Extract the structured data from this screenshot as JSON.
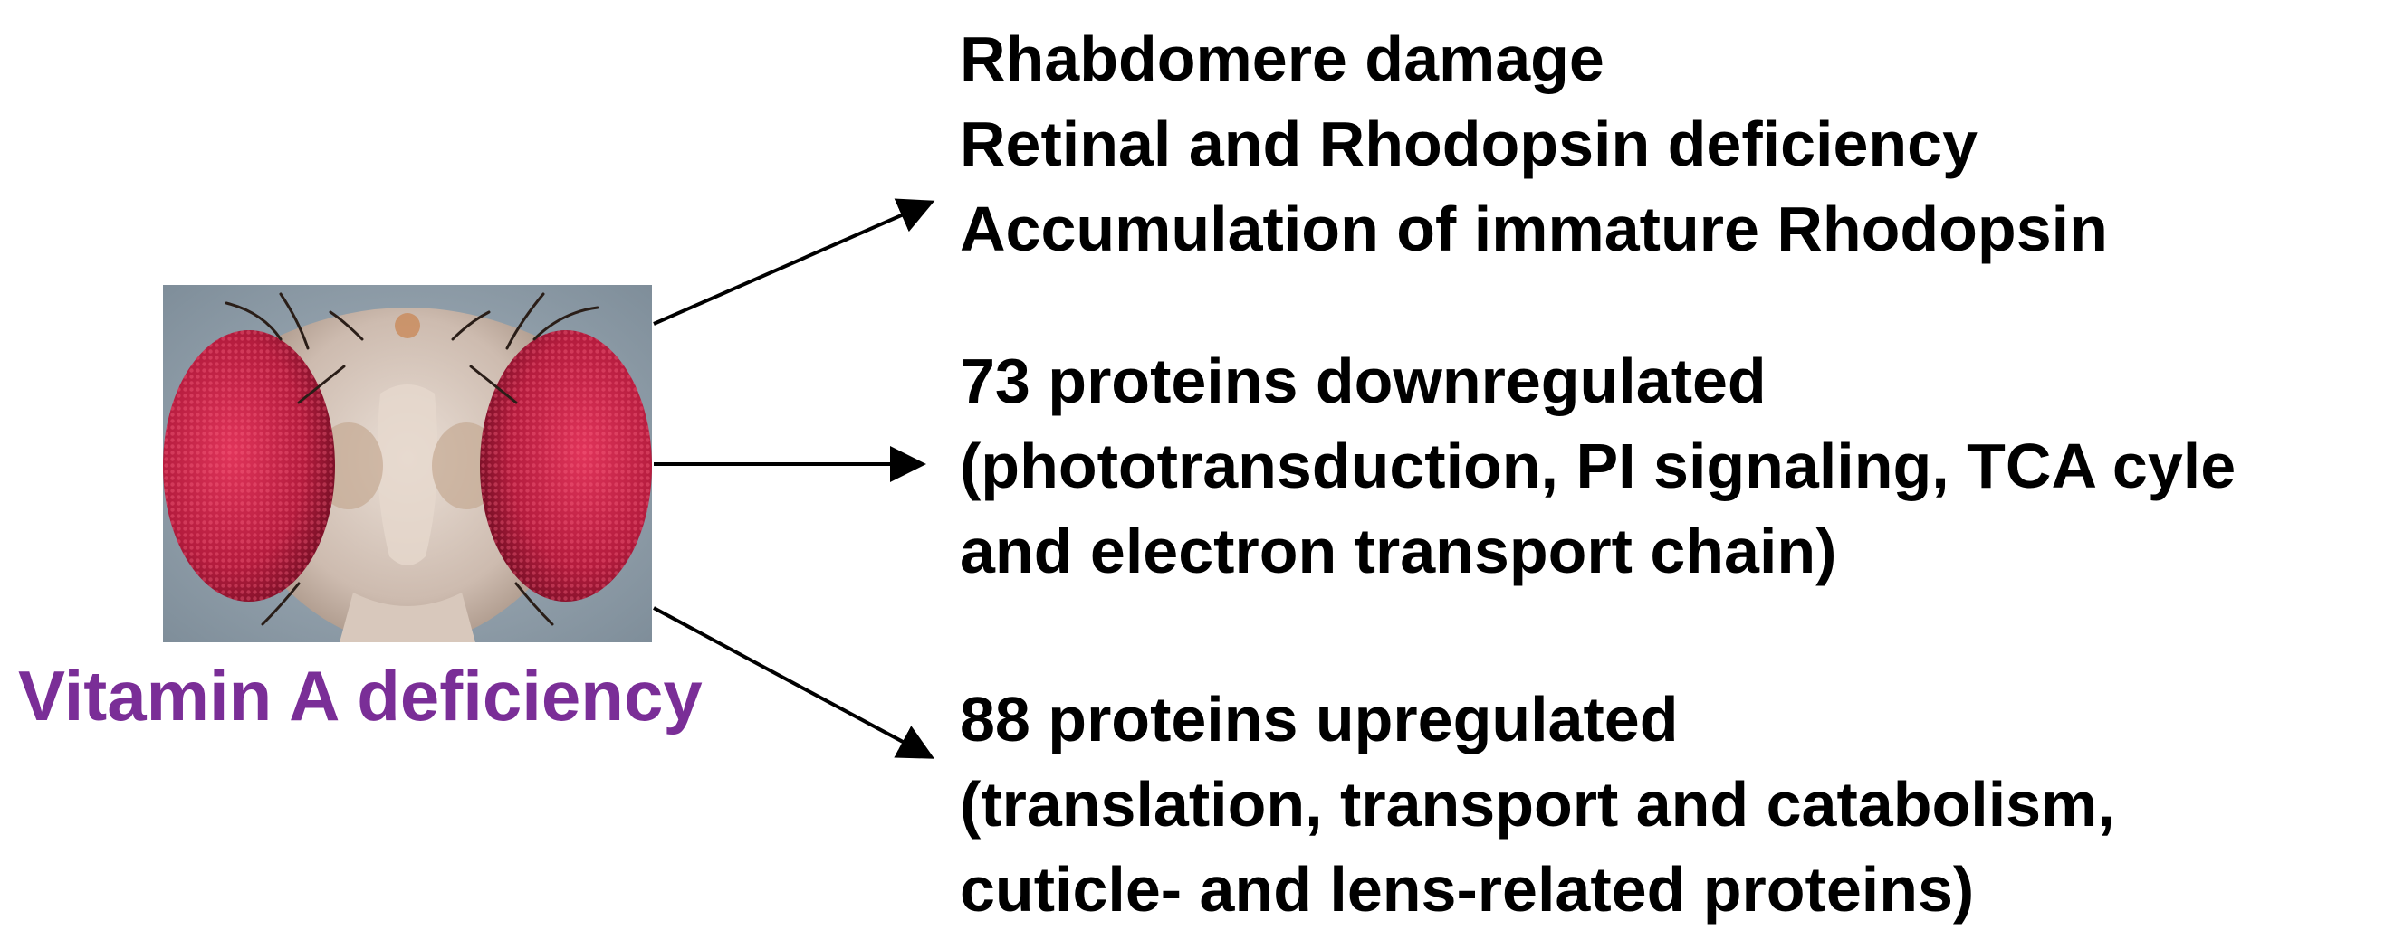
{
  "colors": {
    "caption": "#7a2e97",
    "text": "#000000",
    "arrow": "#000000"
  },
  "figure": {
    "image_alt_icon": "fly-head-photo",
    "caption": "Vitamin A deficiency"
  },
  "outcomes": [
    {
      "lines": [
        "Rhabdomere damage",
        "Retinal and Rhodopsin deficiency",
        "Accumulation of immature Rhodopsin"
      ]
    },
    {
      "lines": [
        "73 proteins downregulated",
        "(phototransduction, PI signaling, TCA cyle",
        "and electron transport chain)"
      ]
    },
    {
      "lines": [
        "88 proteins upregulated",
        "(translation, transport and catabolism,",
        "cuticle- and lens-related proteins)"
      ]
    }
  ]
}
